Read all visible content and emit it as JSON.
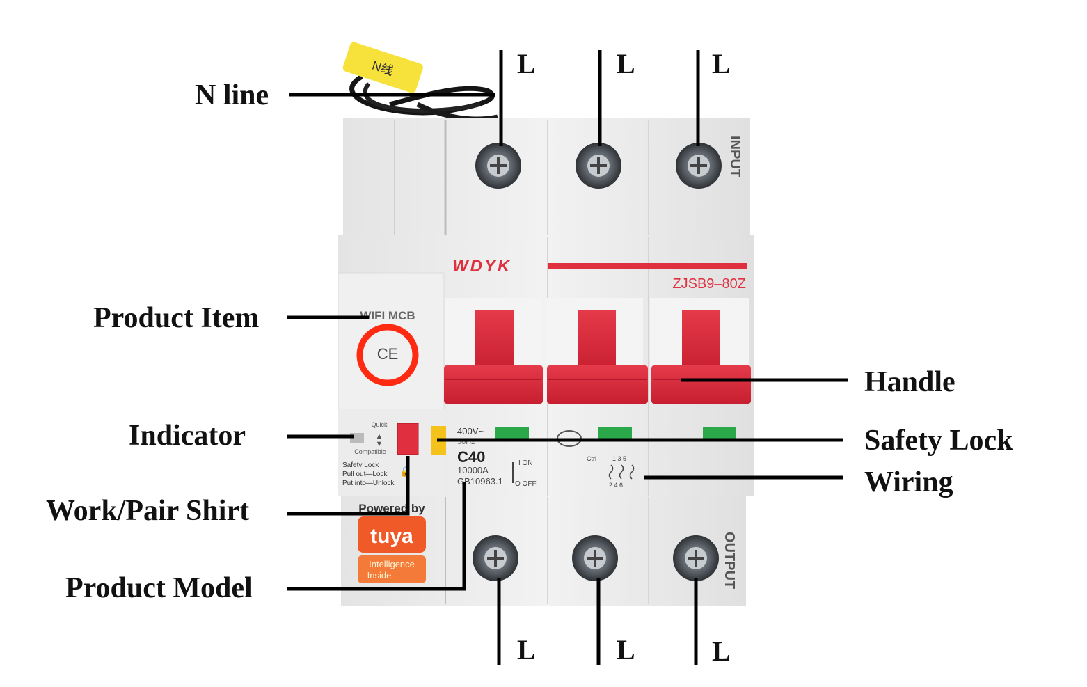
{
  "callouts": {
    "n_line": "N line",
    "product_item": "Product Item",
    "indicator": "Indicator",
    "work_pair": "Work/Pair Shirt",
    "product_model": "Product Model",
    "handle": "Handle",
    "safety_lock": "Safety Lock",
    "wiring": "Wiring"
  },
  "terminals": {
    "top": [
      "L",
      "L",
      "L"
    ],
    "bottom": [
      "L",
      "L",
      "L"
    ]
  },
  "device": {
    "brand": "WDYK",
    "model": "ZJSB9–80Z",
    "input": "INPUT",
    "output": "OUTPUT",
    "wifi_mcb": "WIFI MCB",
    "ce": "CE",
    "quick": "Quick",
    "compatible": "Compatible",
    "safety_lock_text": "Safety Lock",
    "pull_out": "Pull out—Lock",
    "put_into": "Put into—Unlock",
    "voltage": "400V~",
    "hz": "50Hz",
    "rating": "C40",
    "capacity": "10000A",
    "standard": "GB10963.1",
    "on_label": "I ON",
    "off_label": "O OFF",
    "ctrl": "Ctrl",
    "terminals_top_text": "1 3 5",
    "terminals_bot_text": "2 4 6",
    "powered_by": "Powered by",
    "tuya": "tuya",
    "intelligence": "Intelligence",
    "inside": "Inside",
    "tag_text": "N线"
  },
  "colors": {
    "accent_red": "#e0303f",
    "handle_red": "#dc2b3c",
    "highlight_ring": "#ff2a12",
    "indicator_green": "#2aa84a",
    "lock_yellow": "#f5c21b",
    "tuya_orange": "#f05a28"
  }
}
